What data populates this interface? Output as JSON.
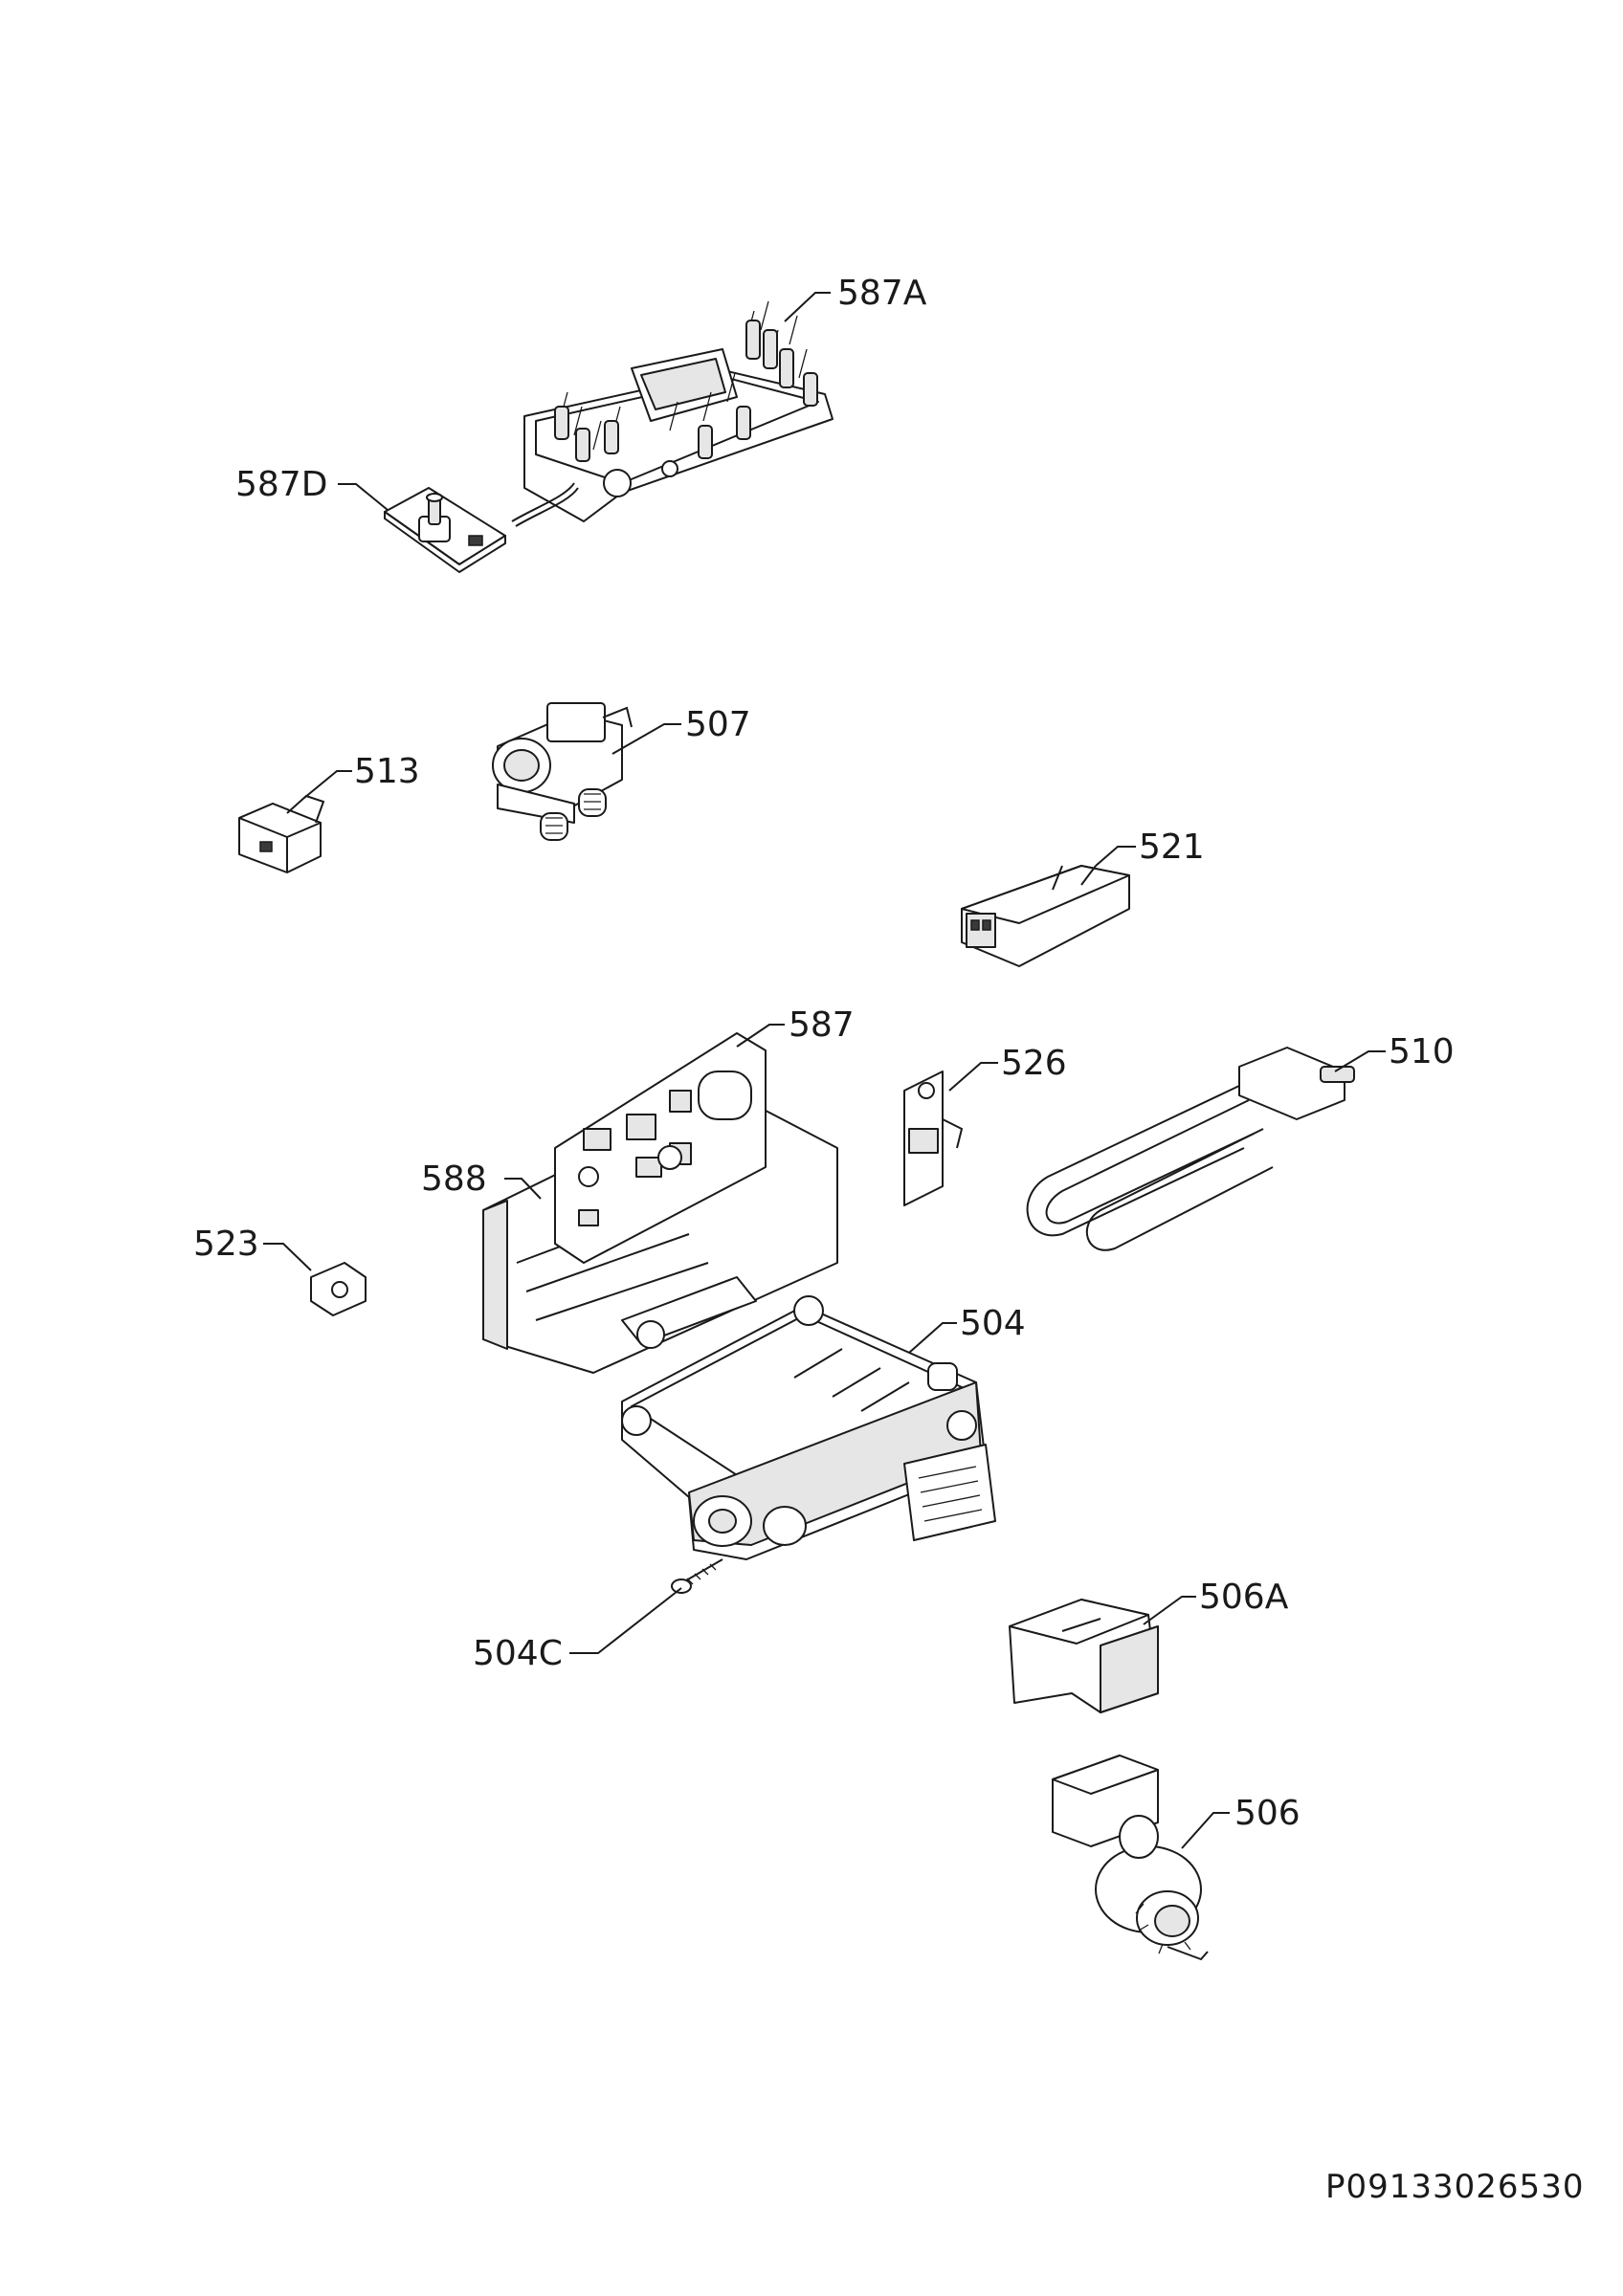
{
  "callouts": {
    "c587A": "587A",
    "c587D": "587D",
    "c513": "513",
    "c507": "507",
    "c521": "521",
    "c587": "587",
    "c526": "526",
    "c510": "510",
    "c588": "588",
    "c523": "523",
    "c504": "504",
    "c504C": "504C",
    "c506A": "506A",
    "c506": "506"
  },
  "drawing_code": "P09133026530"
}
